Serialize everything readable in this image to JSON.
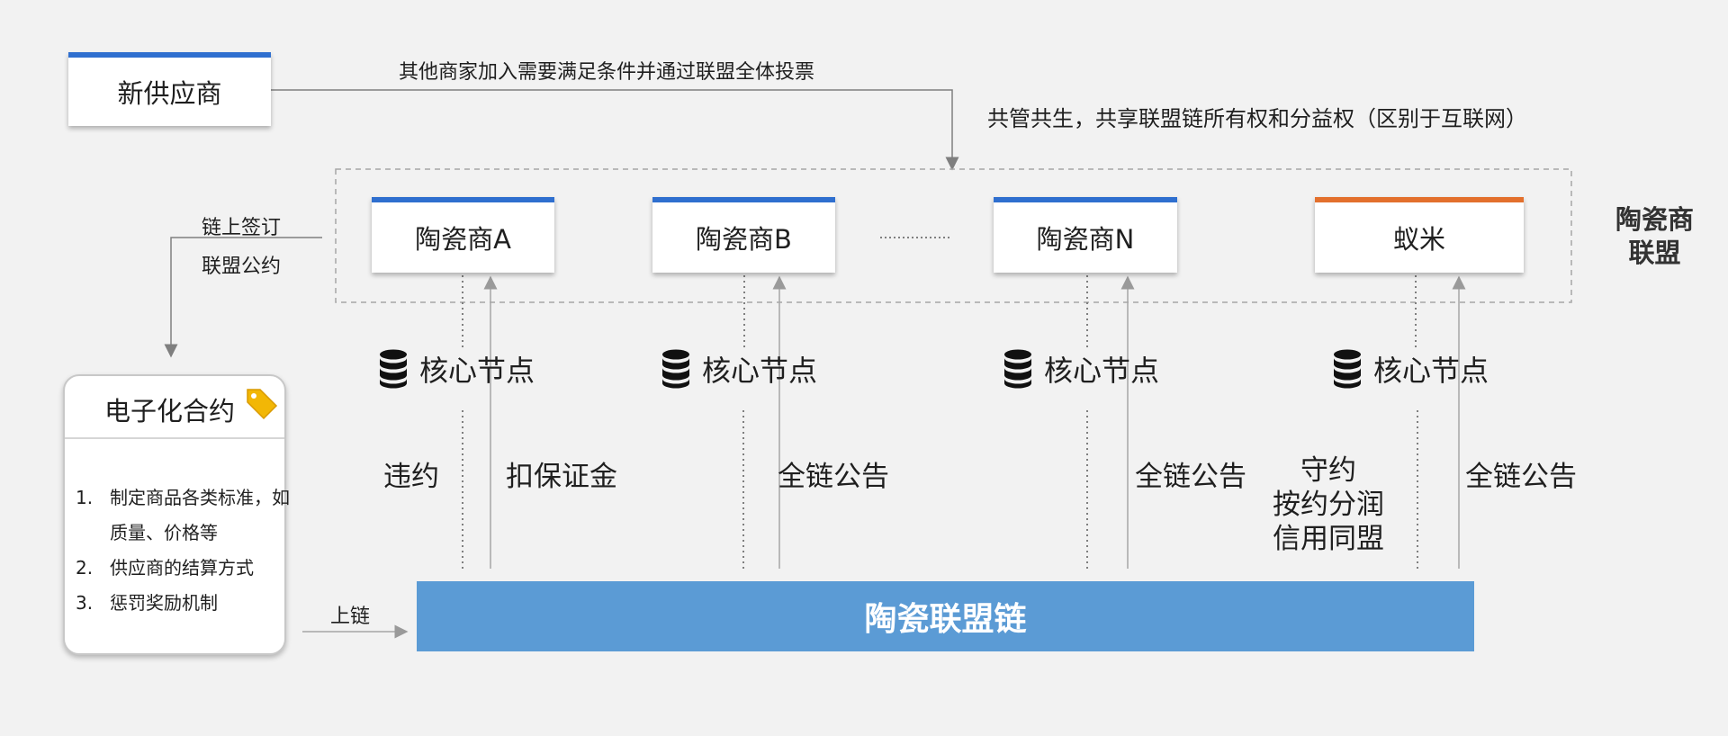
{
  "new_supplier": {
    "label": "新供应商"
  },
  "join_condition": "其他商家加入需要满足条件并通过联盟全体投票",
  "co_governance": "共管共生，共享联盟链所有权和分益权（区别于互联网）",
  "alliance_label": [
    "陶瓷商",
    "联盟"
  ],
  "sign_label": [
    "链上签订",
    "联盟公约"
  ],
  "merchants": [
    "陶瓷商A",
    "陶瓷商B",
    "陶瓷商N",
    "蚁米"
  ],
  "ellipsis": "……",
  "core_node_label": "核心节点",
  "edge_labels": {
    "a_left": "违约",
    "a_right": "扣保证金",
    "b_right": "全链公告",
    "n_right": "全链公告",
    "yimi_left": [
      "守约",
      "按约分润",
      "信用同盟"
    ],
    "yimi_right": "全链公告"
  },
  "contract": {
    "title": "电子化合约",
    "items": [
      {
        "num": "1.",
        "text": "制定商品各类标准，如质量、价格等"
      },
      {
        "num": "2.",
        "text": "供应商的结算方式"
      },
      {
        "num": "3.",
        "text": "惩罚奖励机制"
      }
    ]
  },
  "uplink_label": "上链",
  "chain_label": "陶瓷联盟链",
  "colors": {
    "accent_blue": "#2f6fcf",
    "accent_orange": "#e3702d",
    "chain_fill": "#5b9bd5",
    "tag": "#f2b705"
  },
  "icons": [
    "database-icon",
    "tag-icon"
  ]
}
